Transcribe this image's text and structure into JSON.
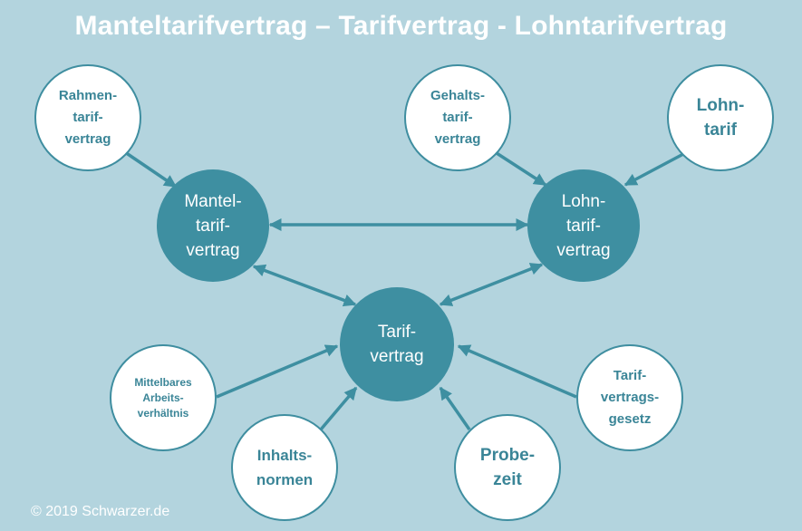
{
  "title": "Manteltarifvertrag – Tarifvertrag - Lohntarifvertrag",
  "nodes": {
    "rahmentarifvertrag": "Rahmen-\ntarif-\nvertrag",
    "gehaltstarifvertrag": "Gehalts-\ntarif-\nvertrag",
    "lohntarif": "Lohn-\ntarif",
    "manteltarifvertrag": "Mantel-\ntarif-\nvertrag",
    "lohntarifvertrag": "Lohn-\ntarif-\nvertrag",
    "tarifvertrag": "Tarif-\nvertrag",
    "mittelbares_arbeitsverhaeltnis": "Mittelbares\nArbeits-\nverhältnis",
    "inhaltsnormen": "Inhalts-\nnormen",
    "probezeit": "Probe-\nzeit",
    "tarifvertragsgesetz": "Tarif-\nvertrags-\ngesetz"
  },
  "copyright": "© 2019 Schwarzer.de",
  "colors": {
    "background": "#b3d4de",
    "accent": "#3e8fa1",
    "outer_text": "#3a8597"
  }
}
